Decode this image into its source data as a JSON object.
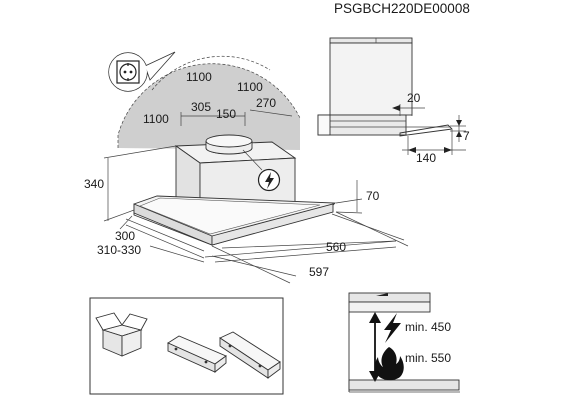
{
  "doc_code": "PSGBCH220DE00008",
  "main_view": {
    "dim_1100_top": "1100",
    "dim_1100_right": "1100",
    "dim_1100_left": "1100",
    "dim_305": "305",
    "dim_150": "150",
    "dim_270": "270",
    "dim_340": "340",
    "dim_70": "70",
    "dim_300": "300",
    "dim_310_330": "310-330",
    "dim_560": "560",
    "dim_597": "597"
  },
  "side_view": {
    "dim_20": "20",
    "dim_7": "7",
    "dim_140": "140"
  },
  "clearance": {
    "min_electric": "min. 450",
    "min_gas": "min. 550"
  },
  "icons": [
    "socket-icon",
    "electric-hazard-icon",
    "package-box-icon",
    "lightning-icon",
    "flame-icon"
  ],
  "colors": {
    "clearance_zone": "#cfcfcf",
    "hood_body": "#e9e9e9",
    "hood_shadow": "#d4d4d4"
  }
}
